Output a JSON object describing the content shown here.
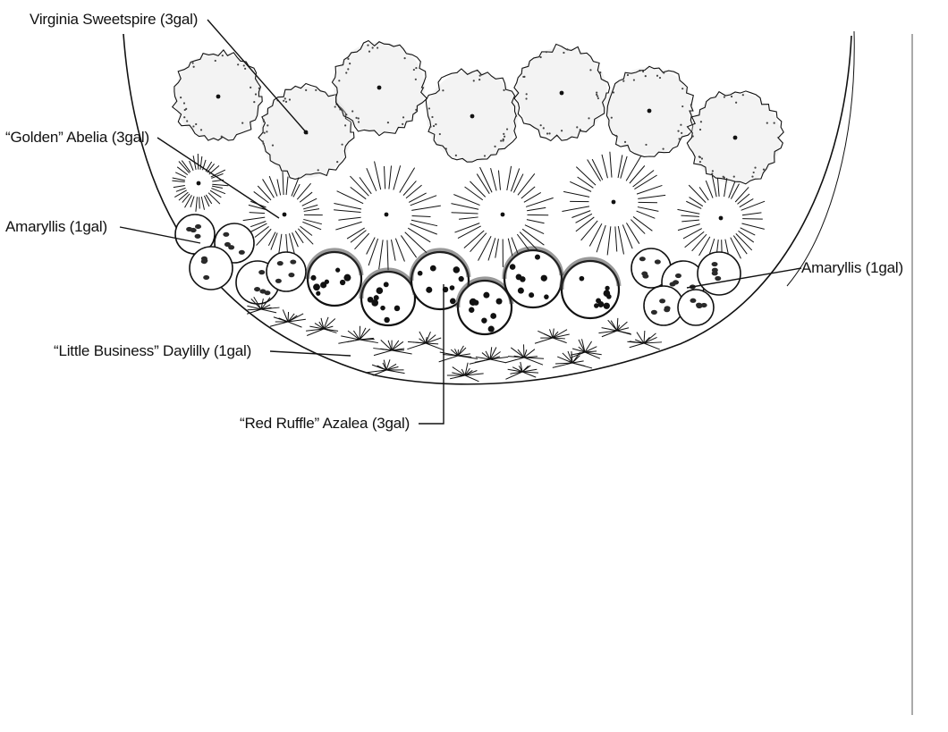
{
  "labels": {
    "virginia_sweetspire": "Virginia Sweetspire (3gal)",
    "golden_abelia": "“Golden” Abelia (3gal)",
    "amaryllis_left": "Amaryllis (1gal)",
    "amaryllis_right": "Amaryllis (1gal)",
    "little_business_daylily": "“Little Business” Daylilly (1gal)",
    "red_ruffle_azalea": "“Red Ruffle” Azalea (3gal)"
  },
  "colors": {
    "ink": "#111111",
    "paper": "#ffffff",
    "foliage_shade": "#dcdcdc",
    "dark_shrub": "#2a2a2a"
  },
  "legend_icons": [
    "sweetspire-shrub",
    "abelia-shrub",
    "amaryllis-clump",
    "azalea-shrub",
    "daylily-tuft"
  ]
}
